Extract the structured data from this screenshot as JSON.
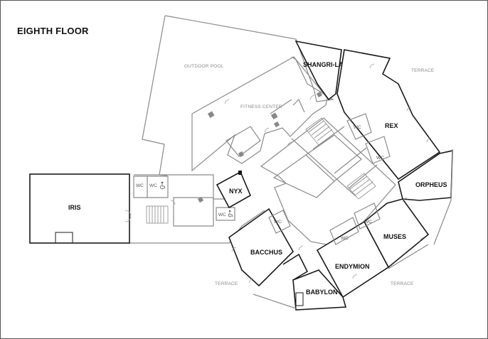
{
  "floor_title": "EIGHTH FLOOR",
  "rooms": {
    "iris": "IRIS",
    "nyx": "NYX",
    "shangri_la": "SHANGRI-LA",
    "rex": "REX",
    "orpheus": "ORPHEUS",
    "bacchus": "BACCHUS",
    "endymion": "ENDYMION",
    "muses": "MUSES",
    "babylon": "BABYLON"
  },
  "areas": {
    "outdoor_pool": "OUTDOOR POOL",
    "fitness_center": "FITNESS CENTER",
    "terrace_ne": "TERRACE",
    "terrace_sw": "TERRACE",
    "terrace_se": "TERRACE"
  },
  "restrooms": {
    "wc_1": "WC",
    "wc_2": "WC",
    "wc_3": "WC",
    "wc_4": "WC",
    "wc_5": "WC",
    "wc_6": "WC",
    "wc_7": "WC",
    "wc_8": "WC"
  },
  "icons": {
    "accessible": "wheelchair-icon"
  }
}
